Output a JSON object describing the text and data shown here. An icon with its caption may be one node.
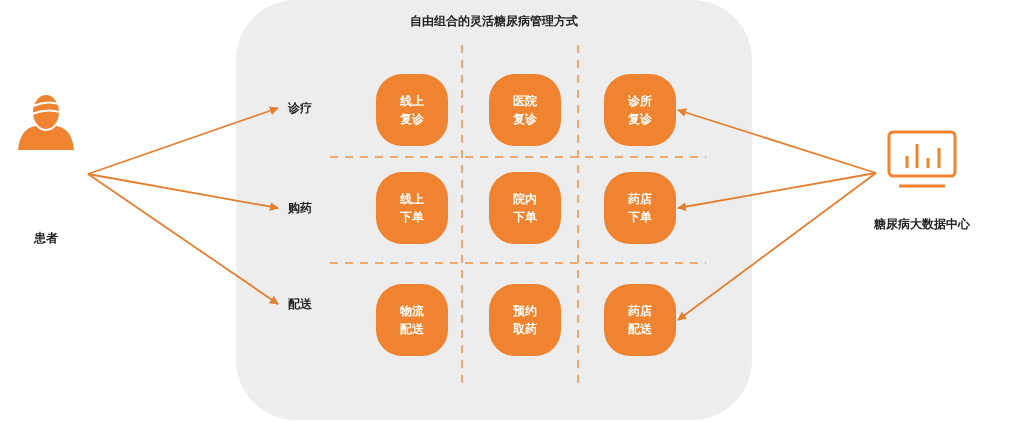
{
  "diagram": {
    "nodes": [
      {
        "text": [
          "自由组合的灵活糖尿病管理方式"
        ]
      },
      {
        "text": [
          "患者"
        ]
      },
      {
        "text": [
          "诊疗"
        ],
        "in": 0
      },
      {
        "text": [
          "线上复诊"
        ],
        "in": 0
      },
      {
        "text": [
          "医院复诊"
        ],
        "in": 0
      },
      {
        "text": [
          "诊所复诊"
        ],
        "in": 0
      },
      {
        "text": [
          "购药"
        ],
        "in": 0
      },
      {
        "text": [
          "线上下单"
        ],
        "in": 0
      },
      {
        "text": [
          "院内下单"
        ],
        "in": 0
      },
      {
        "text": [
          "药店下单"
        ],
        "in": 0
      },
      {
        "text": [
          "配送"
        ],
        "in": 0
      },
      {
        "text": [
          "物流配送"
        ],
        "in": 0
      },
      {
        "text": [
          "预约取药"
        ],
        "in": 0
      },
      {
        "text": [
          "药店配送"
        ],
        "in": 0
      },
      {
        "text": [
          "糖尿病大数据中心"
        ]
      }
    ],
    "edges": [
      {
        "from": 1,
        "to": 2,
        "arrow": "to"
      },
      {
        "from": 1,
        "to": 6,
        "arrow": "to"
      },
      {
        "from": 1,
        "to": 10,
        "arrow": "to"
      },
      {
        "from": 14,
        "to": 5,
        "arrow": "to"
      },
      {
        "from": 14,
        "to": 9,
        "arrow": "to"
      },
      {
        "from": 14,
        "to": 13,
        "arrow": "to"
      }
    ]
  }
}
